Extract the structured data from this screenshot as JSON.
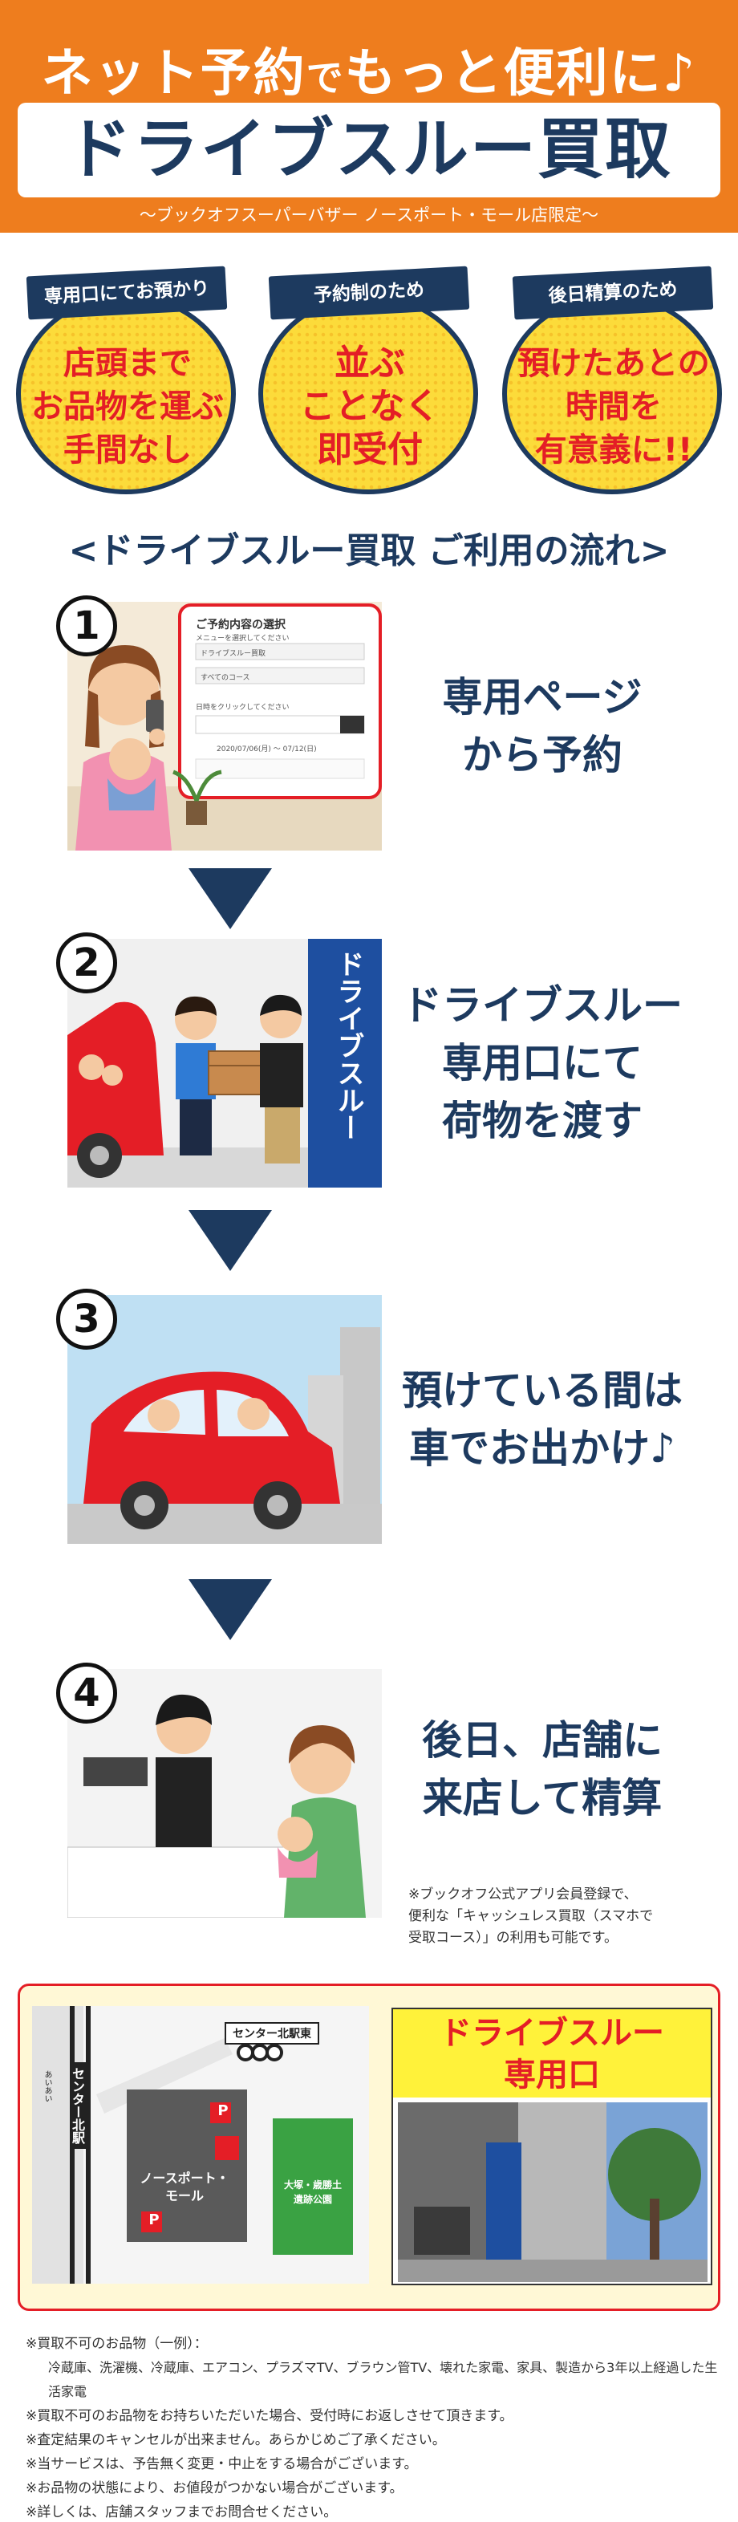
{
  "header": {
    "line1_a": "ネット予約",
    "line1_b": "で",
    "line1_c": "もっと便利に♪",
    "title": "ドライブスルー買取",
    "subtitle": "〜ブックオフスーパーバザー ノースポート・モール店限定〜"
  },
  "benefits": [
    {
      "ribbon": "専用口にてお預かり",
      "text": "店頭まで\nお品物を運ぶ\n手間なし"
    },
    {
      "ribbon": "予約制のため",
      "text": "並ぶ\nことなく\n即受付"
    },
    {
      "ribbon": "後日精算のため",
      "text": "預けたあとの\n時間を\n有意義に!!"
    }
  ],
  "flow_title": "<ドライブスルー買取 ご利用の流れ>",
  "steps": [
    {
      "num": "1",
      "text": "専用ページ\nから予約",
      "screen": {
        "title": "ご予約内容の選択",
        "menu_label": "メニューを選択してください",
        "menu_value": "ドライブスルー買取",
        "course_value": "すべてのコース",
        "calendar_label": "日時をクリックしてください",
        "date_range": "2020/07/06(月) ～ 07/12(日)"
      }
    },
    {
      "num": "2",
      "text": "ドライブスルー\n専用口にて\n荷物を渡す",
      "sign": "ドライブスルー"
    },
    {
      "num": "3",
      "text": "預けている間は\n車でお出かけ♪"
    },
    {
      "num": "4",
      "text": "後日、店舗に\n来店して精算",
      "note": "※ブックオフ公式アプリ会員登録で、\n便利な「キャッシュレス買取（スマホで\n受取コース）」の利用も可能です。"
    }
  ],
  "map": {
    "road_label": "あいあい",
    "station_label": "センター北駅",
    "exit_label": "センター北駅東",
    "mall_label": "ノースポート・\nモール",
    "park_label": "大塚・歳勝土\n遺跡公園",
    "parking": "P"
  },
  "drive_thru_panel": {
    "title": "ドライブスルー\n専用口"
  },
  "notes": [
    "※買取不可のお品物（一例）：",
    "冷蔵庫、洗濯機、冷蔵庫、エアコン、プラズマTV、ブラウン管TV、壊れた家電、家具、製造から3年以上経過した生活家電",
    "※買取不可のお品物をお持ちいただいた場合、受付時にお返しさせて頂きます。",
    "※査定結果のキャンセルが出来ません。あらかじめご了承ください。",
    "※当サービスは、予告無く変更・中止をする場合がございます。",
    "※お品物の状態により、お値段がつかない場合がございます。",
    "※詳しくは、店舗スタッフまでお問合せください。"
  ],
  "colors": {
    "orange": "#ee7d1e",
    "navy": "#1d3a5f",
    "red": "#e41e26",
    "yellow": "#fcdb3a"
  }
}
